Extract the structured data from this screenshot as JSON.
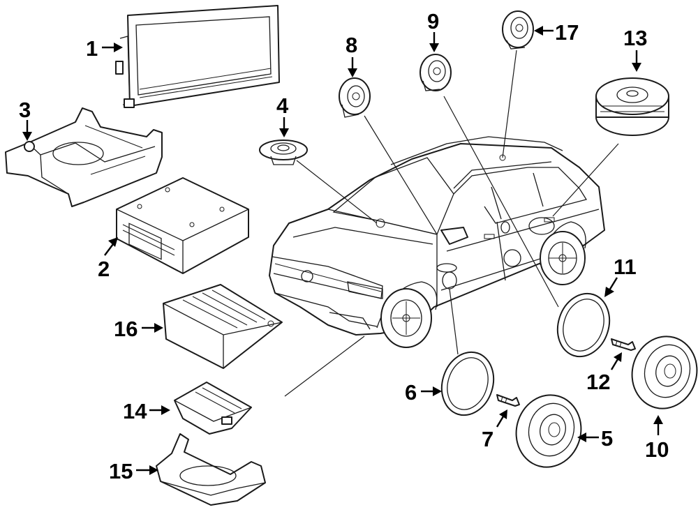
{
  "diagram": {
    "callouts": {
      "c1": "1",
      "c2": "2",
      "c3": "3",
      "c4": "4",
      "c5": "5",
      "c6": "6",
      "c7": "7",
      "c8": "8",
      "c9": "9",
      "c10": "10",
      "c11": "11",
      "c12": "12",
      "c13": "13",
      "c14": "14",
      "c15": "15",
      "c16": "16",
      "c17": "17"
    },
    "colors": {
      "ink": "#1a1a1a",
      "background": "#ffffff"
    }
  }
}
